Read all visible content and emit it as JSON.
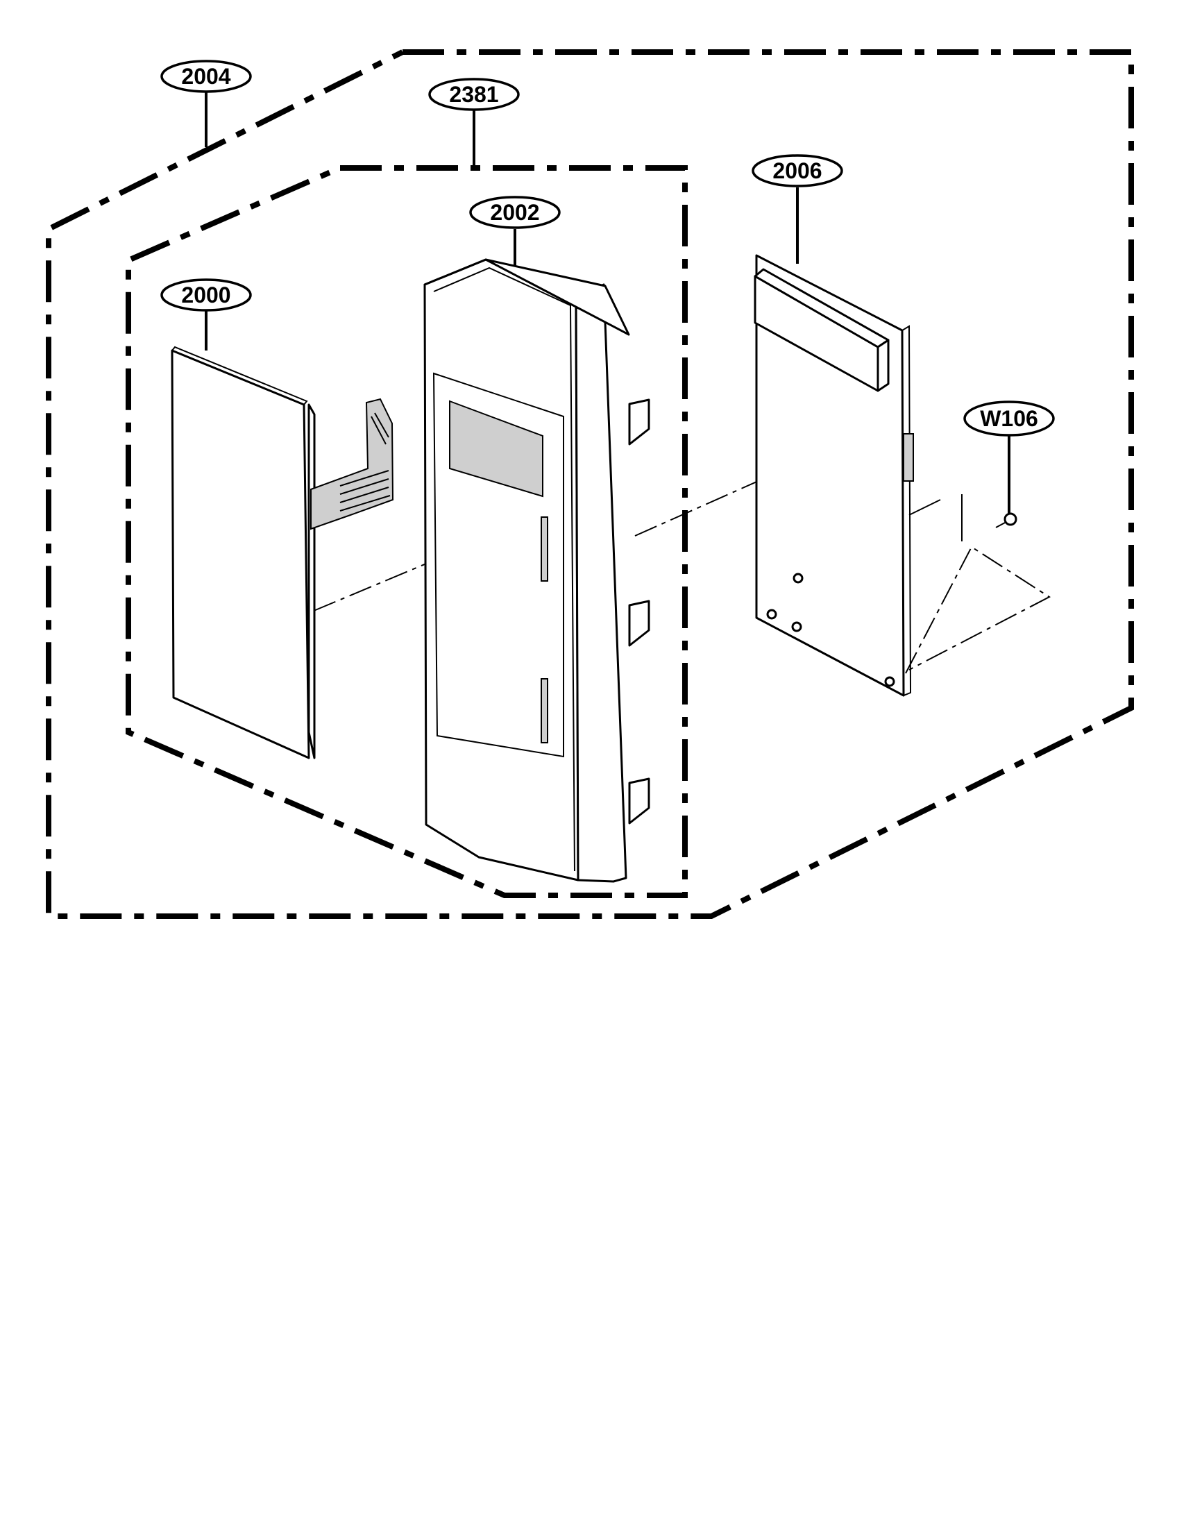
{
  "diagram": {
    "callouts": {
      "assembly_outer": "2004",
      "assembly_inner": "2381",
      "control_panel": "2002",
      "membrane_switch": "2000",
      "pcb_assembly": "2006",
      "screw": "W106"
    }
  }
}
